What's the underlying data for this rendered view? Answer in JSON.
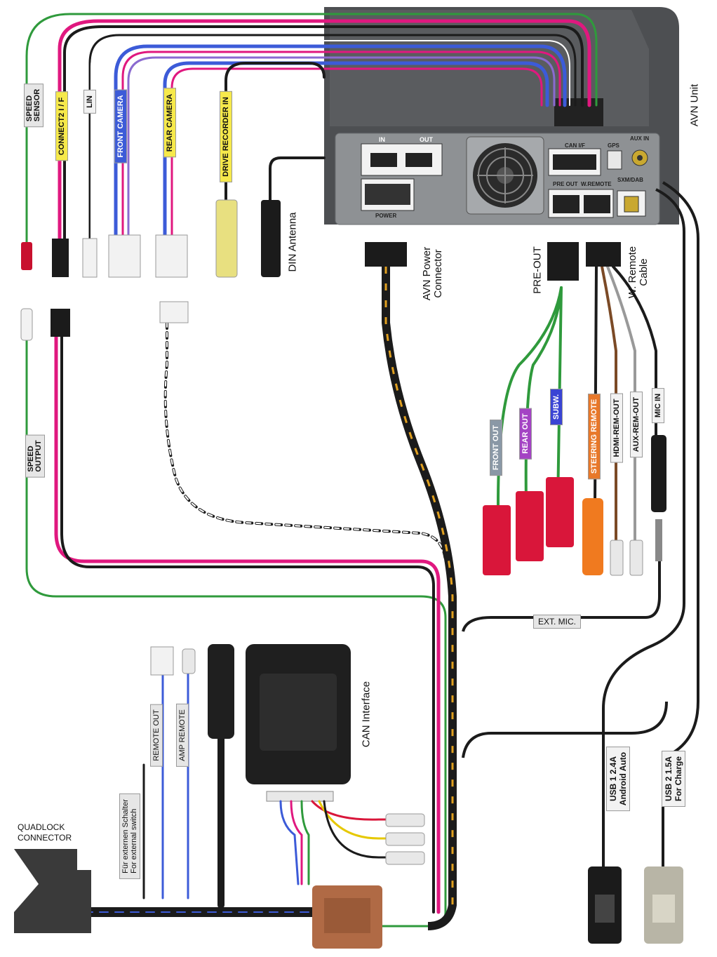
{
  "labels": {
    "avn_unit": "AVN Unit",
    "din_antenna": "DIN Antenna",
    "avn_power_connector_1": "AVN Power",
    "avn_power_connector_2": "Connector",
    "pre_out": "PRE-OUT",
    "w_remote_1": "W. Remote",
    "w_remote_2": "Cable",
    "can_interface": "CAN Interface",
    "quadlock_1": "QUADLOCK",
    "quadlock_2": "CONNECTOR",
    "ext_mic": "EXT. MIC.",
    "usb1_line1": "USB 1   2.4A",
    "usb1_line2": "Android Auto",
    "usb2_line1": "USB 2  1.5A",
    "usb2_line2": "For  Charge",
    "switch_de": "Für externen Schalter",
    "switch_en": "For external switch"
  },
  "tags": {
    "speed_sensor_1": "SPEED",
    "speed_sensor_2": "SENSOR",
    "connect2": "CONNECT2  I / F",
    "lin": "LIN",
    "front_camera": "FRONT  CAMERA",
    "rear_camera": "REAR  CAMERA",
    "drive_recorder": "DRIVE  RECORDER  IN",
    "speed_output_1": "SPEED",
    "speed_output_2": "OUTPUT",
    "front_out": "FRONT  OUT",
    "rear_out": "REAR  OUT",
    "subw": "SUBW.",
    "steering_remote": "STEERING  REMOTE",
    "hdmi_rem_out": "HDMI-REM-OUT",
    "aux_rem_out": "AUX-REM-OUT",
    "mic_in": "MIC  IN",
    "remote_out": "REMOTE OUT",
    "amp_remote": "AMP REMOTE"
  },
  "unit_panel": {
    "in": "IN",
    "out": "OUT",
    "power": "POWER",
    "can_if": "CAN I/F",
    "gps": "GPS",
    "aux_in": "AUX IN",
    "pre_out": "PRE OUT",
    "w_remote": "W.REMOTE",
    "sxm_dab": "SXM/DAB"
  },
  "colors": {
    "unit_body": "#4d4f52",
    "unit_panel": "#8e9194",
    "green_wire": "#2f9a3c",
    "pink_wire": "#e0187f",
    "black_wire": "#1b1b1b",
    "tag_yellow": "#f6e94b",
    "tag_blue": "#3c5bd8"
  }
}
